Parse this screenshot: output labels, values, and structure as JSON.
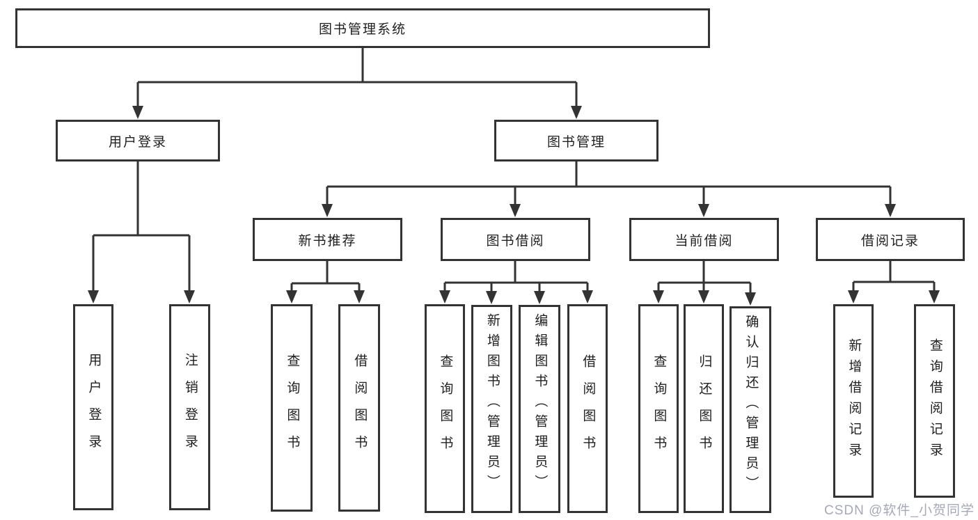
{
  "tree": {
    "root": {
      "label": "图书管理系统"
    },
    "children": [
      {
        "label": "用户登录",
        "children": [
          {
            "label": "用户登录"
          },
          {
            "label": "注销登录"
          }
        ]
      },
      {
        "label": "图书管理",
        "children": [
          {
            "label": "新书推荐",
            "children": [
              {
                "label": "查询图书"
              },
              {
                "label": "借阅图书"
              }
            ]
          },
          {
            "label": "图书借阅",
            "children": [
              {
                "label": "查询图书"
              },
              {
                "label": "新增图书（管理员）"
              },
              {
                "label": "编辑图书（管理员）"
              },
              {
                "label": "借阅图书"
              }
            ]
          },
          {
            "label": "当前借阅",
            "children": [
              {
                "label": "查询图书"
              },
              {
                "label": "归还图书"
              },
              {
                "label": "确认归还（管理员）"
              }
            ]
          },
          {
            "label": "借阅记录",
            "children": [
              {
                "label": "新增借阅记录"
              },
              {
                "label": "查询借阅记录"
              }
            ]
          }
        ]
      }
    ]
  },
  "watermark": "CSDN @软件_小贺同学",
  "colors": {
    "line": "#333333",
    "box_border": "#333333",
    "box_background": "#ffffff",
    "text": "#1f1f1f",
    "watermark": "#a5a9b8"
  }
}
